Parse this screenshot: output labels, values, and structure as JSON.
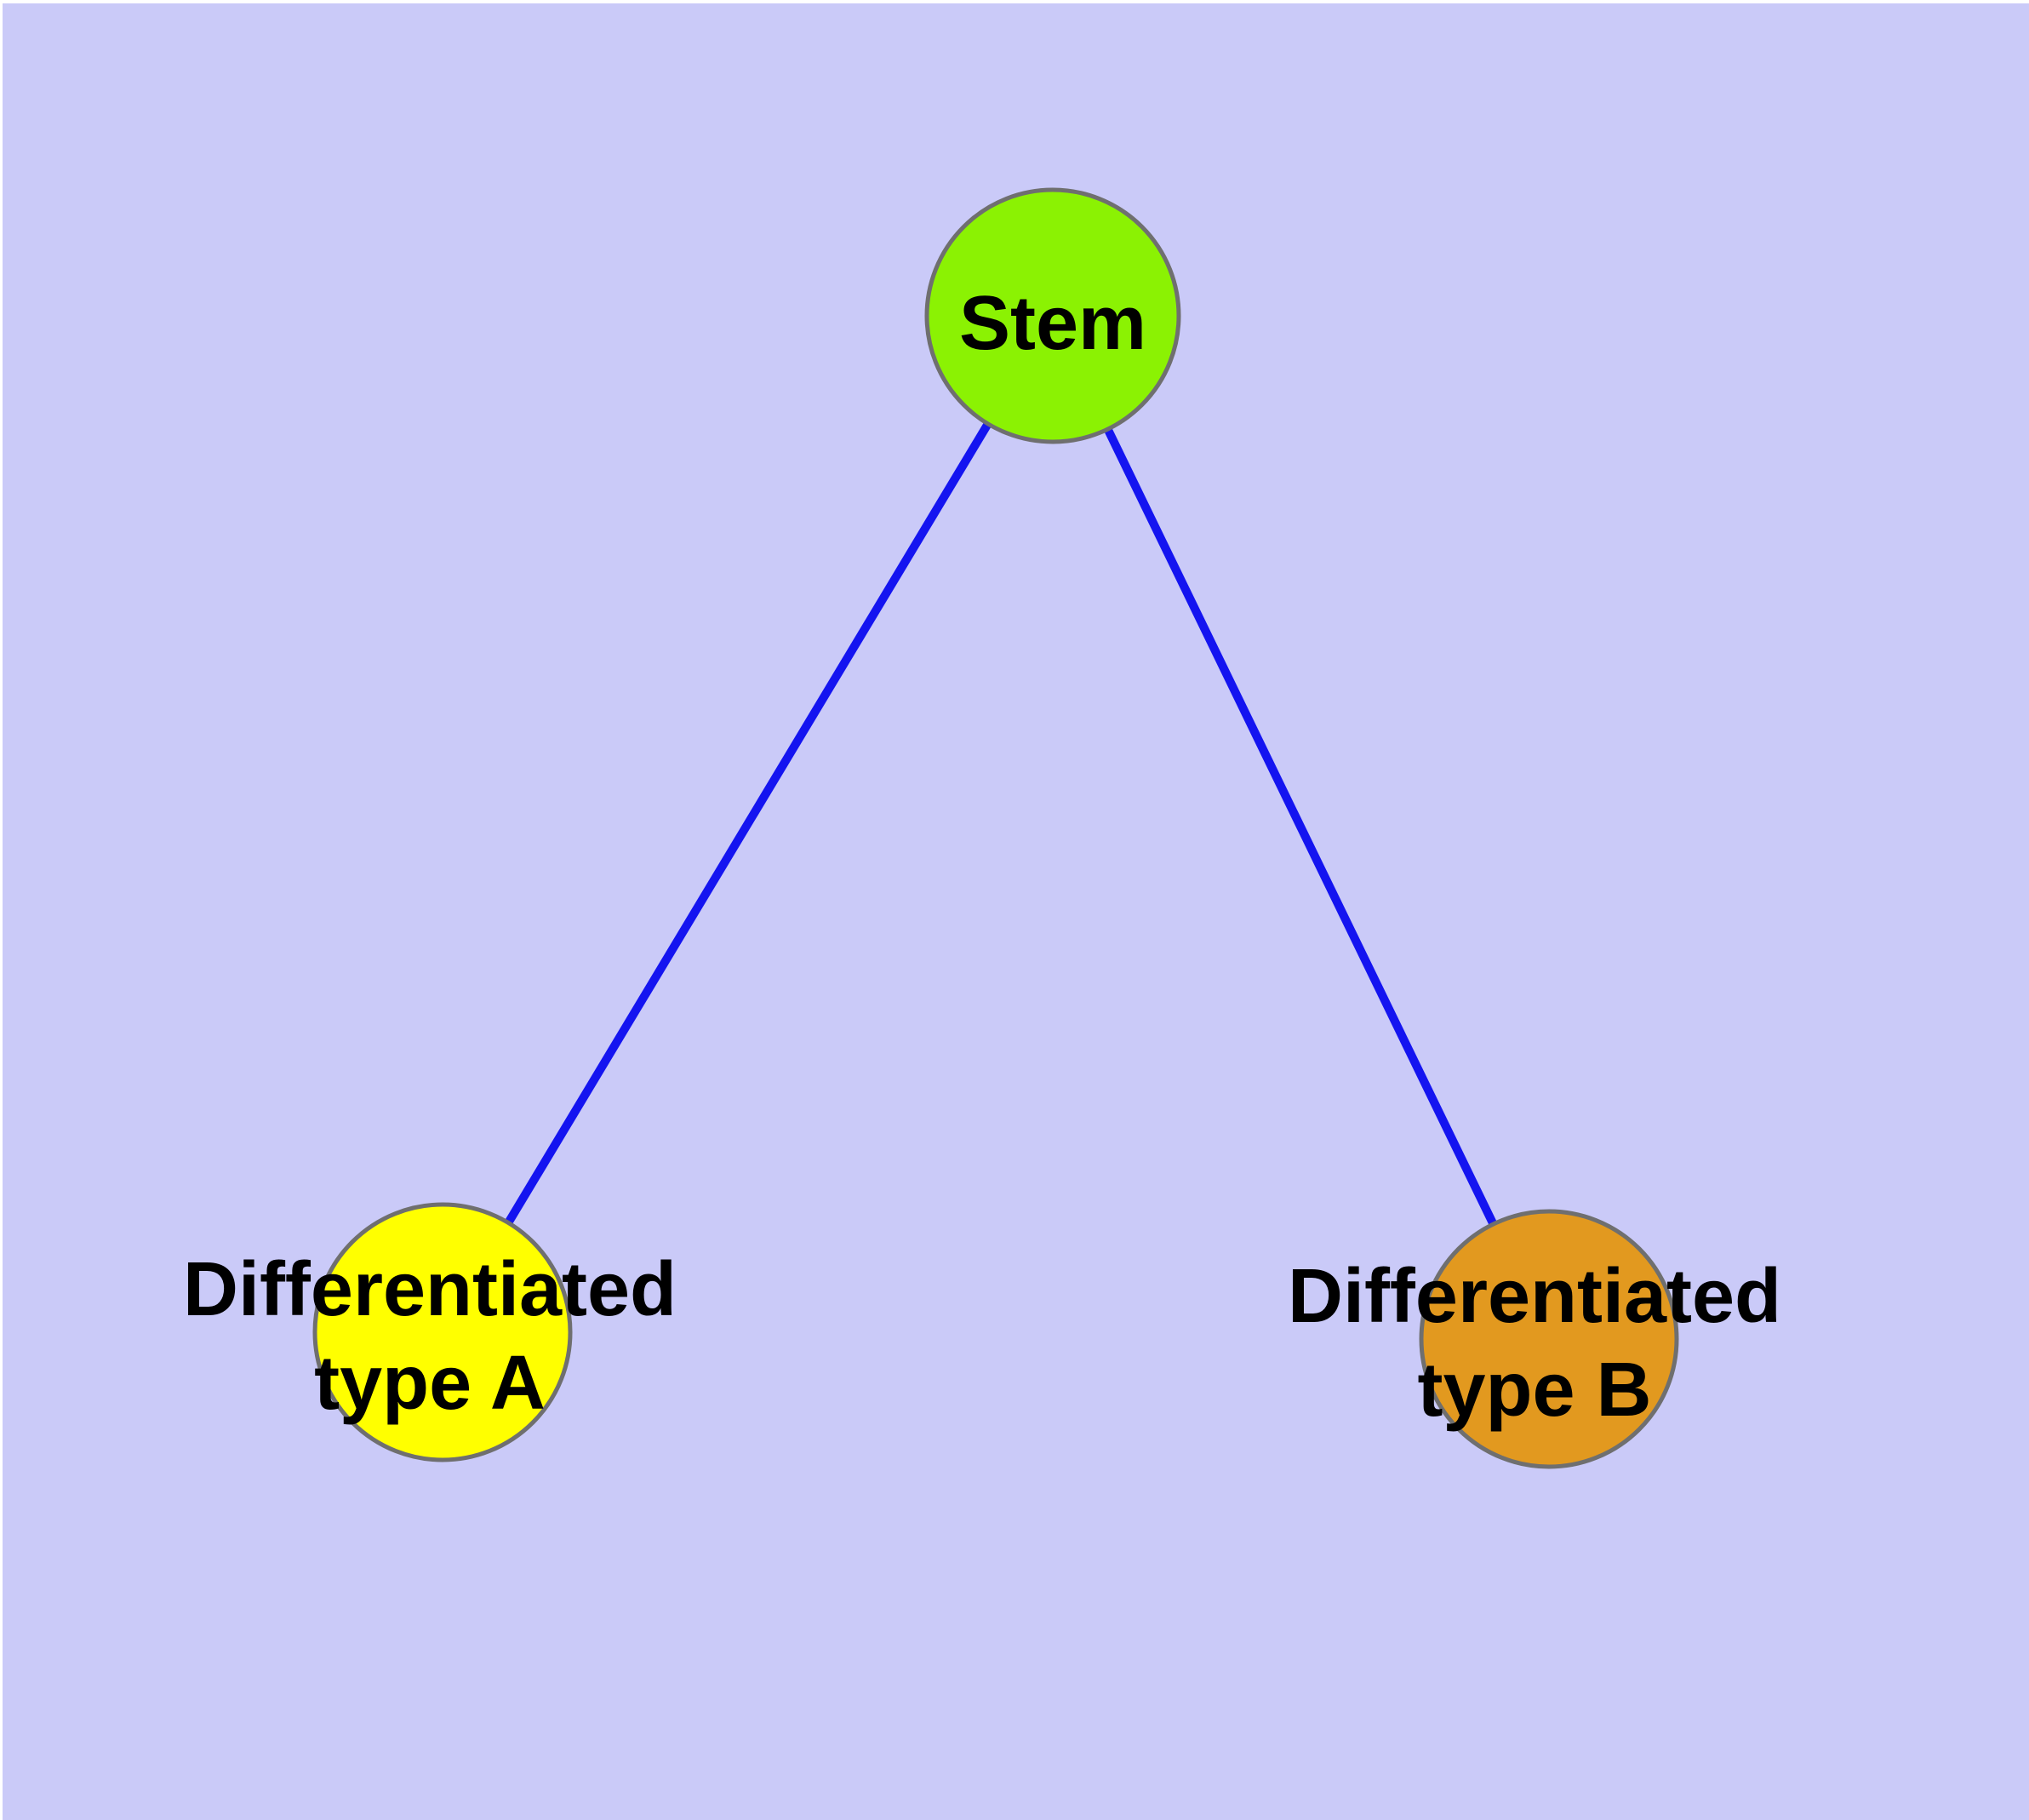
{
  "canvas": {
    "background_color": "#cacaf8",
    "margin_color": "#ffffff"
  },
  "edges": {
    "color": "#1414f0",
    "items": [
      {
        "from": "Stem",
        "to": "Differentiated type A"
      },
      {
        "from": "Stem",
        "to": "Differentiated type B"
      }
    ]
  },
  "nodes": {
    "stem": {
      "label": "Stem",
      "fill": "#8bf203",
      "border": "#6f6f6f"
    },
    "type_a": {
      "label_line1": "Differentiated",
      "label_line2": "type A",
      "fill": "#ffff00",
      "border": "#6f6f6f"
    },
    "type_b": {
      "label_line1": "Differentiated",
      "label_line2": "type B",
      "fill": "#e2991f",
      "border": "#6f6f6f"
    }
  }
}
